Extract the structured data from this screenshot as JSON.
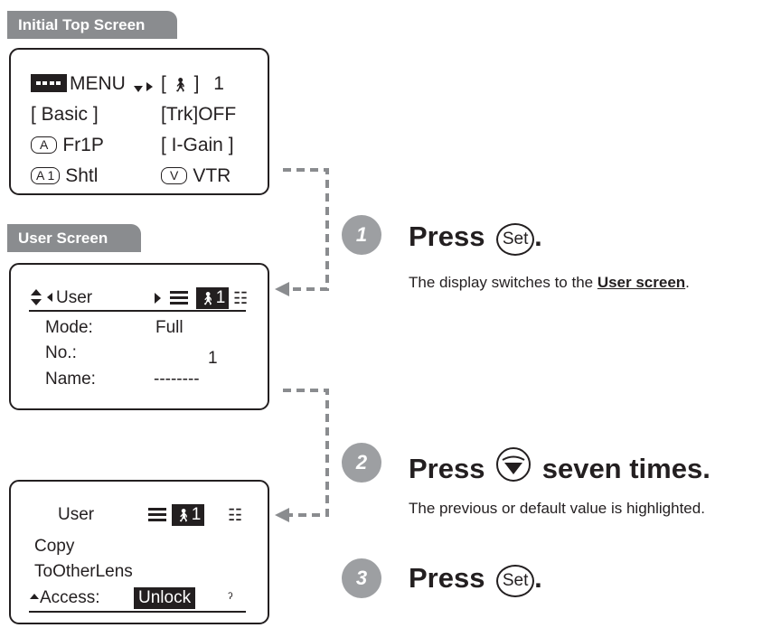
{
  "labels": {
    "initial_top": "Initial Top Screen",
    "user_screen": "User Screen"
  },
  "top_screen": {
    "menu": "MENU",
    "icon_bracket_left": "[",
    "icon_bracket_right": "]",
    "mode_num": "1",
    "basic": "[ Basic ]",
    "trk": "[Trk]OFF",
    "key_a": "A",
    "fr1p": "Fr1P",
    "igain": "[ I-Gain ]",
    "key_a1": "A 1",
    "shtl": "Shtl",
    "key_v": "V",
    "vtr": "VTR"
  },
  "user_screen": {
    "title": "User",
    "mode_label": "Mode:",
    "mode_value": "Full",
    "no_label": "No.:",
    "no_value": "1",
    "name_label": "Name:",
    "name_value": "--------",
    "sel_num": "1"
  },
  "access_screen": {
    "title": "User",
    "sel_num": "1",
    "copy": "Copy",
    "toother": "ToOtherLens",
    "access_label": "Access:",
    "access_value": "Unlock"
  },
  "steps": [
    {
      "num": "1",
      "title_prefix": "Press",
      "button": "Set",
      "title_suffix": ".",
      "desc_prefix": "The display switches to the ",
      "desc_link": "User screen",
      "desc_suffix": "."
    },
    {
      "num": "2",
      "title_prefix": "Press",
      "title_suffix": "seven times.",
      "desc": "The previous or default value is highlighted."
    },
    {
      "num": "3",
      "title_prefix": "Press",
      "button": "Set",
      "title_suffix": "."
    }
  ],
  "icons": [
    "menu-icon",
    "person-icon",
    "list-icon",
    "mode-icon",
    "down-arrow-button-icon",
    "arrow-left-icon"
  ],
  "colors": {
    "label_bg": "#8a8c8f",
    "step_circle": "#9d9fa2",
    "connector": "#8a8c8f",
    "ink": "#231f20"
  }
}
